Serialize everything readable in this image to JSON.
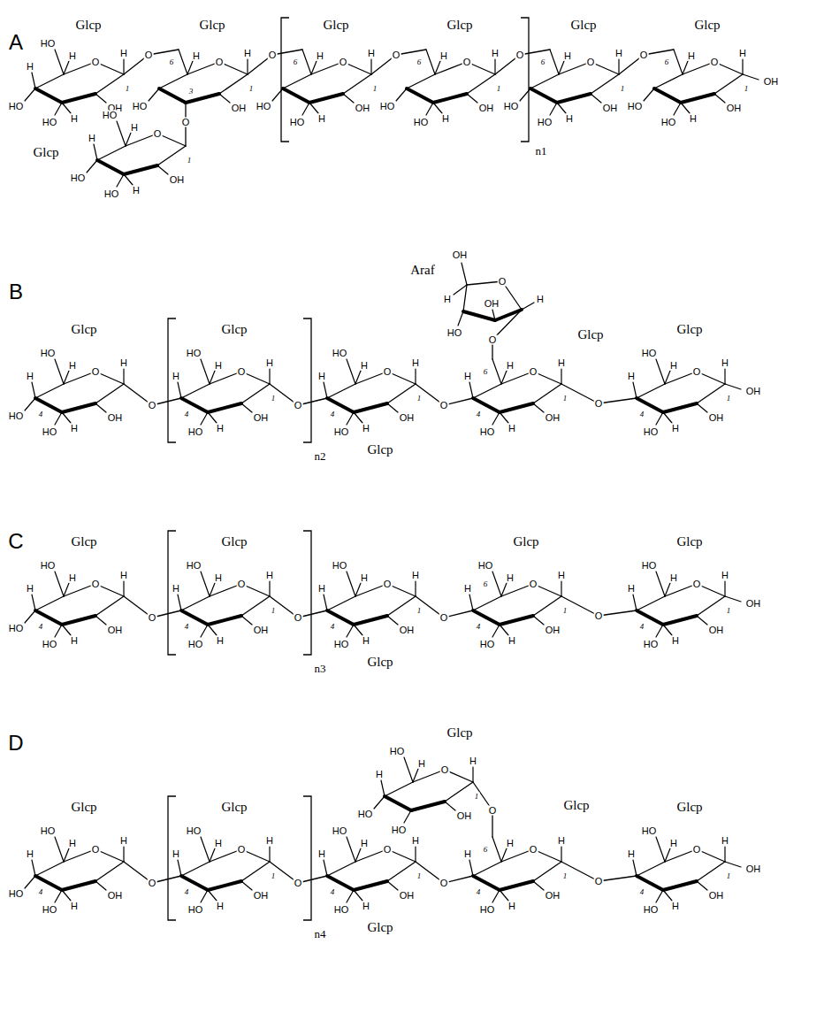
{
  "diagram": {
    "labels": [
      "A",
      "Glcp",
      "Glcp",
      "Glcp",
      "Glcp",
      "Glcp",
      "Glcp",
      "Glcp",
      "n1",
      "O",
      "HO",
      "H",
      "H",
      "1",
      "OH",
      "HO",
      "H",
      "HO",
      "H",
      "6",
      "O",
      "H",
      "H",
      "1",
      "OH",
      "3",
      "HO",
      "6",
      "O",
      "H",
      "H",
      "1",
      "OH",
      "HO",
      "H",
      "HO",
      "6",
      "O",
      "H",
      "H",
      "1",
      "OH",
      "HO",
      "H",
      "HO",
      "6",
      "O",
      "H",
      "H",
      "1",
      "OH",
      "HO",
      "H",
      "HO",
      "6",
      "O",
      "H",
      "H",
      "1",
      "OH",
      "OH",
      "HO",
      "H",
      "HO",
      "O",
      "HO",
      "H",
      "1",
      "OH",
      "HO",
      "H",
      "HO",
      "H",
      "O",
      "O",
      "O",
      "O",
      "O",
      "O",
      "B",
      "Glcp",
      "Glcp",
      "Glcp",
      "Araf",
      "Glcp",
      "Glcp",
      "n2",
      "O",
      "HO",
      "H",
      "H",
      "OH",
      "HO",
      "H",
      "HO",
      "H",
      "4",
      "O",
      "HO",
      "H",
      "H",
      "1",
      "OH",
      "HO",
      "H",
      "H",
      "4",
      "O",
      "HO",
      "H",
      "H",
      "1",
      "OH",
      "HO",
      "H",
      "H",
      "4",
      "6",
      "O",
      "H",
      "H",
      "1",
      "OH",
      "HO",
      "H",
      "H",
      "4",
      "O",
      "HO",
      "H",
      "H",
      "1",
      "OH",
      "OH",
      "HO",
      "H",
      "H",
      "4",
      "O",
      "O",
      "O",
      "O",
      "O",
      "OH",
      "O",
      "H",
      "H",
      "HO",
      "OH",
      "C",
      "Glcp",
      "Glcp",
      "Glcp",
      "Glcp",
      "Glcp",
      "n3",
      "O",
      "HO",
      "H",
      "H",
      "OH",
      "HO",
      "H",
      "HO",
      "H",
      "4",
      "O",
      "HO",
      "H",
      "H",
      "1",
      "OH",
      "HO",
      "H",
      "H",
      "4",
      "O",
      "HO",
      "H",
      "H",
      "1",
      "OH",
      "HO",
      "H",
      "H",
      "4",
      "O",
      "HO",
      "6",
      "H",
      "H",
      "1",
      "OH",
      "HO",
      "H",
      "H",
      "4",
      "O",
      "HO",
      "H",
      "H",
      "1",
      "OH",
      "OH",
      "HO",
      "H",
      "H",
      "4",
      "O",
      "O",
      "O",
      "O",
      "D",
      "Glcp",
      "Glcp",
      "Glcp",
      "Glcp",
      "Glcp",
      "Glcp",
      "n4",
      "O",
      "HO",
      "H",
      "H",
      "OH",
      "HO",
      "H",
      "HO",
      "H",
      "4",
      "O",
      "HO",
      "H",
      "H",
      "1",
      "OH",
      "HO",
      "H",
      "H",
      "4",
      "O",
      "HO",
      "H",
      "H",
      "1",
      "OH",
      "HO",
      "H",
      "H",
      "4",
      "6",
      "O",
      "H",
      "H",
      "1",
      "OH",
      "HO",
      "H",
      "H",
      "4",
      "O",
      "HO",
      "H",
      "H",
      "1",
      "OH",
      "OH",
      "HO",
      "H",
      "H",
      "4",
      "O",
      "HO",
      "H",
      "H",
      "1",
      "OH",
      "HO",
      "HO",
      "H",
      "O",
      "O",
      "O",
      "O",
      "O"
    ]
  }
}
